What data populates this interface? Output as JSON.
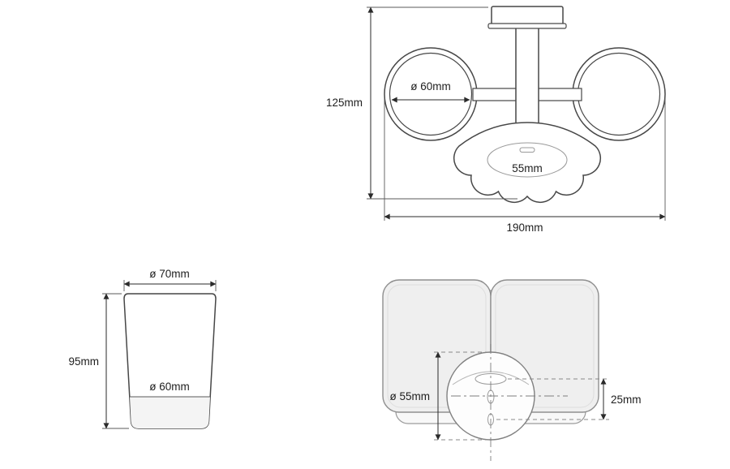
{
  "front_view": {
    "height_dim": "125mm",
    "width_dim": "190mm",
    "ring_diameter": "ø 60mm",
    "holder_inner": "55mm"
  },
  "cup_side_view": {
    "top_diameter": "ø 70mm",
    "height": "95mm",
    "body_diameter": "ø 60mm"
  },
  "top_view": {
    "plate_diameter": "ø 55mm",
    "hole_spacing": "25mm"
  },
  "colors": {
    "outline": "#474747",
    "dimension": "#2a2a2a",
    "fill_light": "#efefef",
    "background": "#ffffff"
  }
}
